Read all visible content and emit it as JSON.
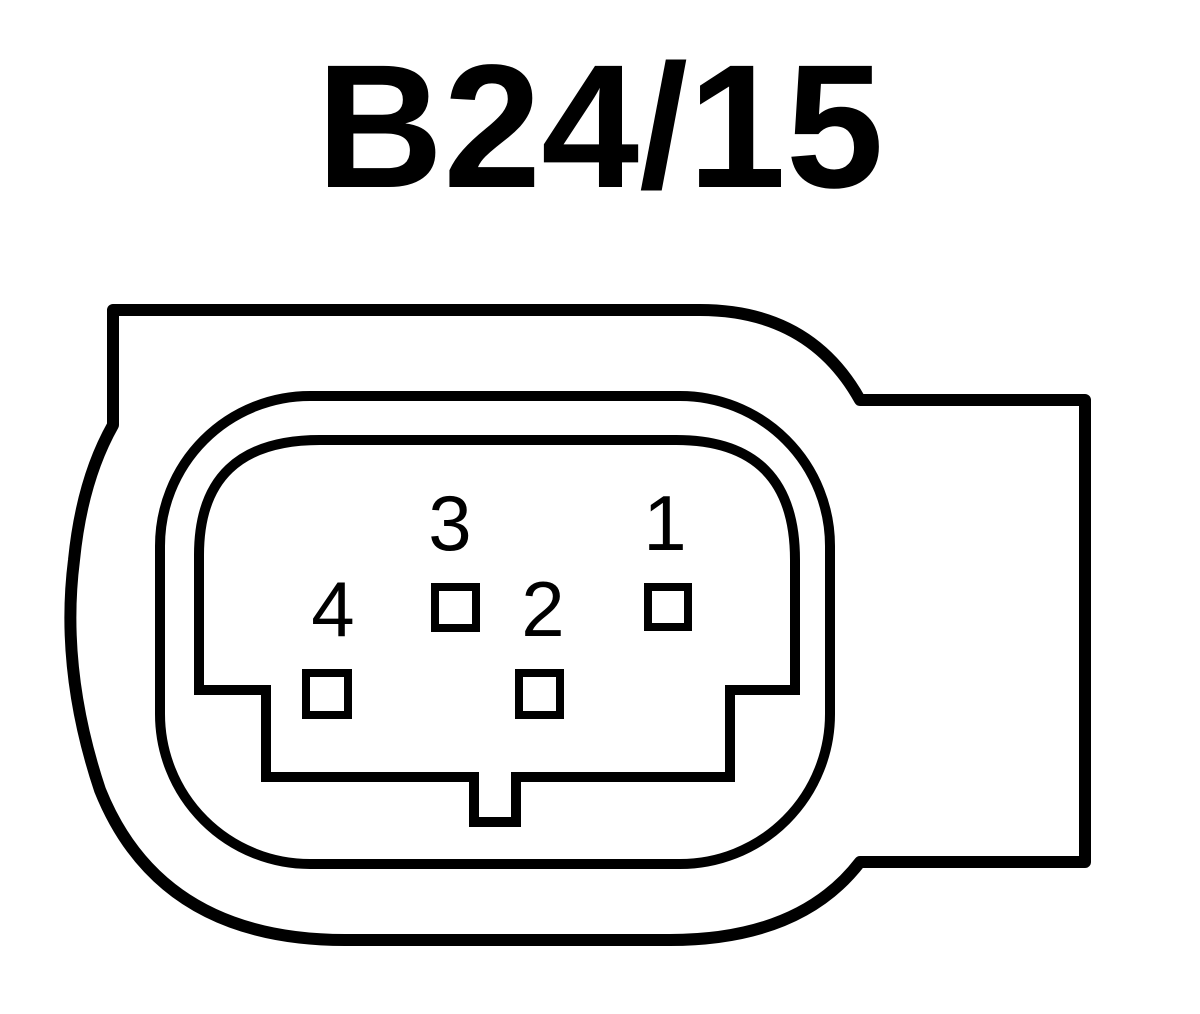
{
  "connector": {
    "title": "B24/15",
    "colors": {
      "line": "#000000",
      "background": "#ffffff"
    },
    "pins": [
      {
        "label": "1"
      },
      {
        "label": "2"
      },
      {
        "label": "3"
      },
      {
        "label": "4"
      }
    ]
  }
}
